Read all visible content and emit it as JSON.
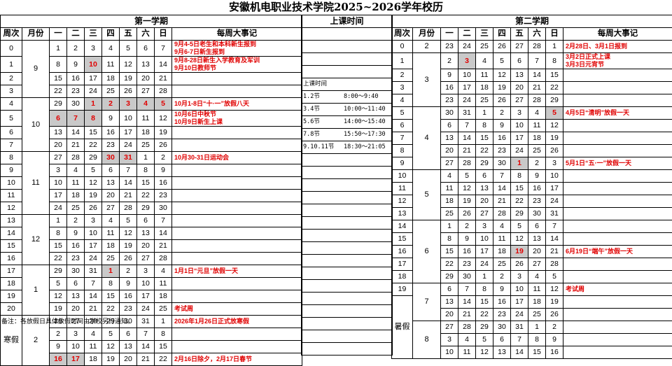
{
  "title": "安徽机电职业技术学院2025~2026学年校历",
  "footnote": "备注：各放假日具体放假时间由学校另行通知。",
  "headers": {
    "sem1": "第一学期",
    "sem2": "第二学期",
    "class_time": "上课时间",
    "week": "周次",
    "month": "月份",
    "days": [
      "一",
      "二",
      "三",
      "四",
      "五",
      "六",
      "日"
    ],
    "events": "每周大事记"
  },
  "class_times": [
    {
      "label": "上课时间",
      "time": ""
    },
    {
      "label": "1.2节",
      "time": "8:00～9:40"
    },
    {
      "label": "3.4节",
      "time": "10:00～11:40"
    },
    {
      "label": "5.6节",
      "time": "14:00～15:40"
    },
    {
      "label": "7.8节",
      "time": "15:50～17:30"
    },
    {
      "label": "9.10.11节",
      "time": "18:30～21:05"
    }
  ],
  "semester1": {
    "months": [
      "9",
      "10",
      "11",
      "12",
      "1",
      "2"
    ],
    "weeks": [
      {
        "wk": "0",
        "d": [
          "1",
          "2",
          "3",
          "4",
          "5",
          "6",
          "7"
        ],
        "hl": [],
        "ev": "9月4-5日老生和本科新生报到\n9月6-7日新生报到"
      },
      {
        "wk": "1",
        "d": [
          "8",
          "9",
          "10",
          "11",
          "12",
          "13",
          "14"
        ],
        "hl": [
          2
        ],
        "ev": "9月8-28日新生入学教育及军训\n9月10日教师节"
      },
      {
        "wk": "2",
        "d": [
          "15",
          "16",
          "17",
          "18",
          "19",
          "20",
          "21"
        ],
        "hl": [],
        "ev": ""
      },
      {
        "wk": "3",
        "d": [
          "22",
          "23",
          "24",
          "25",
          "26",
          "27",
          "28"
        ],
        "hl": [],
        "ev": ""
      },
      {
        "wk": "4",
        "d": [
          "29",
          "30",
          "1",
          "2",
          "3",
          "4",
          "5"
        ],
        "hl": [
          2,
          3,
          4,
          5,
          6
        ],
        "ev": "10月1-8日“十·一”放假八天"
      },
      {
        "wk": "5",
        "d": [
          "6",
          "7",
          "8",
          "9",
          "10",
          "11",
          "12"
        ],
        "hl": [
          0,
          1,
          2
        ],
        "ev": "10月6日中秋节\n10月9日新生上课"
      },
      {
        "wk": "6",
        "d": [
          "13",
          "14",
          "15",
          "16",
          "17",
          "18",
          "19"
        ],
        "hl": [],
        "ev": ""
      },
      {
        "wk": "7",
        "d": [
          "20",
          "21",
          "22",
          "23",
          "24",
          "25",
          "26"
        ],
        "hl": [],
        "ev": ""
      },
      {
        "wk": "8",
        "d": [
          "27",
          "28",
          "29",
          "30",
          "31",
          "1",
          "2"
        ],
        "hl": [
          3,
          4
        ],
        "ev": "10月30-31日运动会"
      },
      {
        "wk": "9",
        "d": [
          "3",
          "4",
          "5",
          "6",
          "7",
          "8",
          "9"
        ],
        "hl": [],
        "ev": ""
      },
      {
        "wk": "10",
        "d": [
          "10",
          "11",
          "12",
          "13",
          "14",
          "15",
          "16"
        ],
        "hl": [],
        "ev": ""
      },
      {
        "wk": "11",
        "d": [
          "17",
          "18",
          "19",
          "20",
          "21",
          "22",
          "23"
        ],
        "hl": [],
        "ev": ""
      },
      {
        "wk": "12",
        "d": [
          "24",
          "25",
          "26",
          "27",
          "28",
          "29",
          "30"
        ],
        "hl": [],
        "ev": ""
      },
      {
        "wk": "13",
        "d": [
          "1",
          "2",
          "3",
          "4",
          "5",
          "6",
          "7"
        ],
        "hl": [],
        "ev": ""
      },
      {
        "wk": "14",
        "d": [
          "8",
          "9",
          "10",
          "11",
          "12",
          "13",
          "14"
        ],
        "hl": [],
        "ev": ""
      },
      {
        "wk": "15",
        "d": [
          "15",
          "16",
          "17",
          "18",
          "19",
          "20",
          "21"
        ],
        "hl": [],
        "ev": ""
      },
      {
        "wk": "16",
        "d": [
          "22",
          "23",
          "24",
          "25",
          "26",
          "27",
          "28"
        ],
        "hl": [],
        "ev": ""
      },
      {
        "wk": "17",
        "d": [
          "29",
          "30",
          "31",
          "1",
          "2",
          "3",
          "4"
        ],
        "hl": [
          3
        ],
        "ev": "1月1日“元旦”放假一天"
      },
      {
        "wk": "18",
        "d": [
          "5",
          "6",
          "7",
          "8",
          "9",
          "10",
          "11"
        ],
        "hl": [],
        "ev": ""
      },
      {
        "wk": "19",
        "d": [
          "12",
          "13",
          "14",
          "15",
          "16",
          "17",
          "18"
        ],
        "hl": [],
        "ev": ""
      },
      {
        "wk": "20",
        "d": [
          "19",
          "20",
          "21",
          "22",
          "23",
          "24",
          "25"
        ],
        "hl": [],
        "ev": "考试周"
      },
      {
        "wk": "",
        "d": [
          "26",
          "27",
          "28",
          "29",
          "30",
          "31",
          "1"
        ],
        "hl": [],
        "ev": "2026年1月26日正式放寒假"
      },
      {
        "wk": "",
        "d": [
          "2",
          "3",
          "4",
          "5",
          "6",
          "7",
          "8"
        ],
        "hl": [],
        "ev": ""
      },
      {
        "wk": "",
        "d": [
          "9",
          "10",
          "11",
          "12",
          "13",
          "14",
          "15"
        ],
        "hl": [],
        "ev": ""
      },
      {
        "wk": "",
        "d": [
          "16",
          "17",
          "18",
          "19",
          "20",
          "21",
          "22"
        ],
        "hl": [
          0,
          1
        ],
        "ev": "2月16日除夕，2月17日春节"
      }
    ],
    "winter_label": "寒假"
  },
  "semester2": {
    "months": [
      "2",
      "3",
      "4",
      "5",
      "6",
      "7",
      "8"
    ],
    "weeks": [
      {
        "wk": "0",
        "d": [
          "23",
          "24",
          "25",
          "26",
          "27",
          "28",
          "1"
        ],
        "hl": [],
        "ev": "2月28日、3月1日报到"
      },
      {
        "wk": "1",
        "d": [
          "2",
          "3",
          "4",
          "5",
          "6",
          "7",
          "8"
        ],
        "hl": [
          1
        ],
        "ev": "3月2日正式上课\n3月3日元宵节"
      },
      {
        "wk": "2",
        "d": [
          "9",
          "10",
          "11",
          "12",
          "13",
          "14",
          "15"
        ],
        "hl": [],
        "ev": ""
      },
      {
        "wk": "3",
        "d": [
          "16",
          "17",
          "18",
          "19",
          "20",
          "21",
          "22"
        ],
        "hl": [],
        "ev": ""
      },
      {
        "wk": "4",
        "d": [
          "23",
          "24",
          "25",
          "26",
          "27",
          "28",
          "29"
        ],
        "hl": [],
        "ev": ""
      },
      {
        "wk": "5",
        "d": [
          "30",
          "31",
          "1",
          "2",
          "3",
          "4",
          "5"
        ],
        "hl": [
          6
        ],
        "ev": "4月5日“清明”放假一天"
      },
      {
        "wk": "6",
        "d": [
          "6",
          "7",
          "8",
          "9",
          "10",
          "11",
          "12"
        ],
        "hl": [],
        "ev": ""
      },
      {
        "wk": "7",
        "d": [
          "13",
          "14",
          "15",
          "16",
          "17",
          "18",
          "19"
        ],
        "hl": [],
        "ev": ""
      },
      {
        "wk": "8",
        "d": [
          "20",
          "21",
          "22",
          "23",
          "24",
          "25",
          "26"
        ],
        "hl": [],
        "ev": ""
      },
      {
        "wk": "9",
        "d": [
          "27",
          "28",
          "29",
          "30",
          "1",
          "2",
          "3"
        ],
        "hl": [
          4
        ],
        "ev": "5月1日“五·一”放假一天"
      },
      {
        "wk": "10",
        "d": [
          "4",
          "5",
          "6",
          "7",
          "8",
          "9",
          "10"
        ],
        "hl": [],
        "ev": ""
      },
      {
        "wk": "11",
        "d": [
          "11",
          "12",
          "13",
          "14",
          "15",
          "16",
          "17"
        ],
        "hl": [],
        "ev": ""
      },
      {
        "wk": "12",
        "d": [
          "18",
          "19",
          "20",
          "21",
          "22",
          "23",
          "24"
        ],
        "hl": [],
        "ev": ""
      },
      {
        "wk": "13",
        "d": [
          "25",
          "26",
          "27",
          "28",
          "29",
          "30",
          "31"
        ],
        "hl": [],
        "ev": ""
      },
      {
        "wk": "14",
        "d": [
          "1",
          "2",
          "3",
          "4",
          "5",
          "6",
          "7"
        ],
        "hl": [],
        "ev": ""
      },
      {
        "wk": "15",
        "d": [
          "8",
          "9",
          "10",
          "11",
          "12",
          "13",
          "14"
        ],
        "hl": [],
        "ev": ""
      },
      {
        "wk": "16",
        "d": [
          "15",
          "16",
          "17",
          "18",
          "19",
          "20",
          "21"
        ],
        "hl": [
          4
        ],
        "ev": "6月19日“端午”放假一天"
      },
      {
        "wk": "17",
        "d": [
          "22",
          "23",
          "24",
          "25",
          "26",
          "27",
          "28"
        ],
        "hl": [],
        "ev": ""
      },
      {
        "wk": "18",
        "d": [
          "29",
          "30",
          "1",
          "2",
          "3",
          "4",
          "5"
        ],
        "hl": [],
        "ev": ""
      },
      {
        "wk": "19",
        "d": [
          "6",
          "7",
          "8",
          "9",
          "10",
          "11",
          "12"
        ],
        "hl": [],
        "ev": "考试周"
      },
      {
        "wk": "",
        "d": [
          "13",
          "14",
          "15",
          "16",
          "17",
          "18",
          "19"
        ],
        "hl": [],
        "ev": ""
      },
      {
        "wk": "",
        "d": [
          "20",
          "21",
          "22",
          "23",
          "24",
          "25",
          "26"
        ],
        "hl": [],
        "ev": ""
      },
      {
        "wk": "",
        "d": [
          "27",
          "28",
          "29",
          "30",
          "31",
          "1",
          "2"
        ],
        "hl": [],
        "ev": ""
      },
      {
        "wk": "",
        "d": [
          "3",
          "4",
          "5",
          "6",
          "7",
          "8",
          "9"
        ],
        "hl": [],
        "ev": ""
      },
      {
        "wk": "",
        "d": [
          "10",
          "11",
          "12",
          "13",
          "14",
          "15",
          "16"
        ],
        "hl": [],
        "ev": ""
      }
    ],
    "summer_label": "暑假"
  }
}
